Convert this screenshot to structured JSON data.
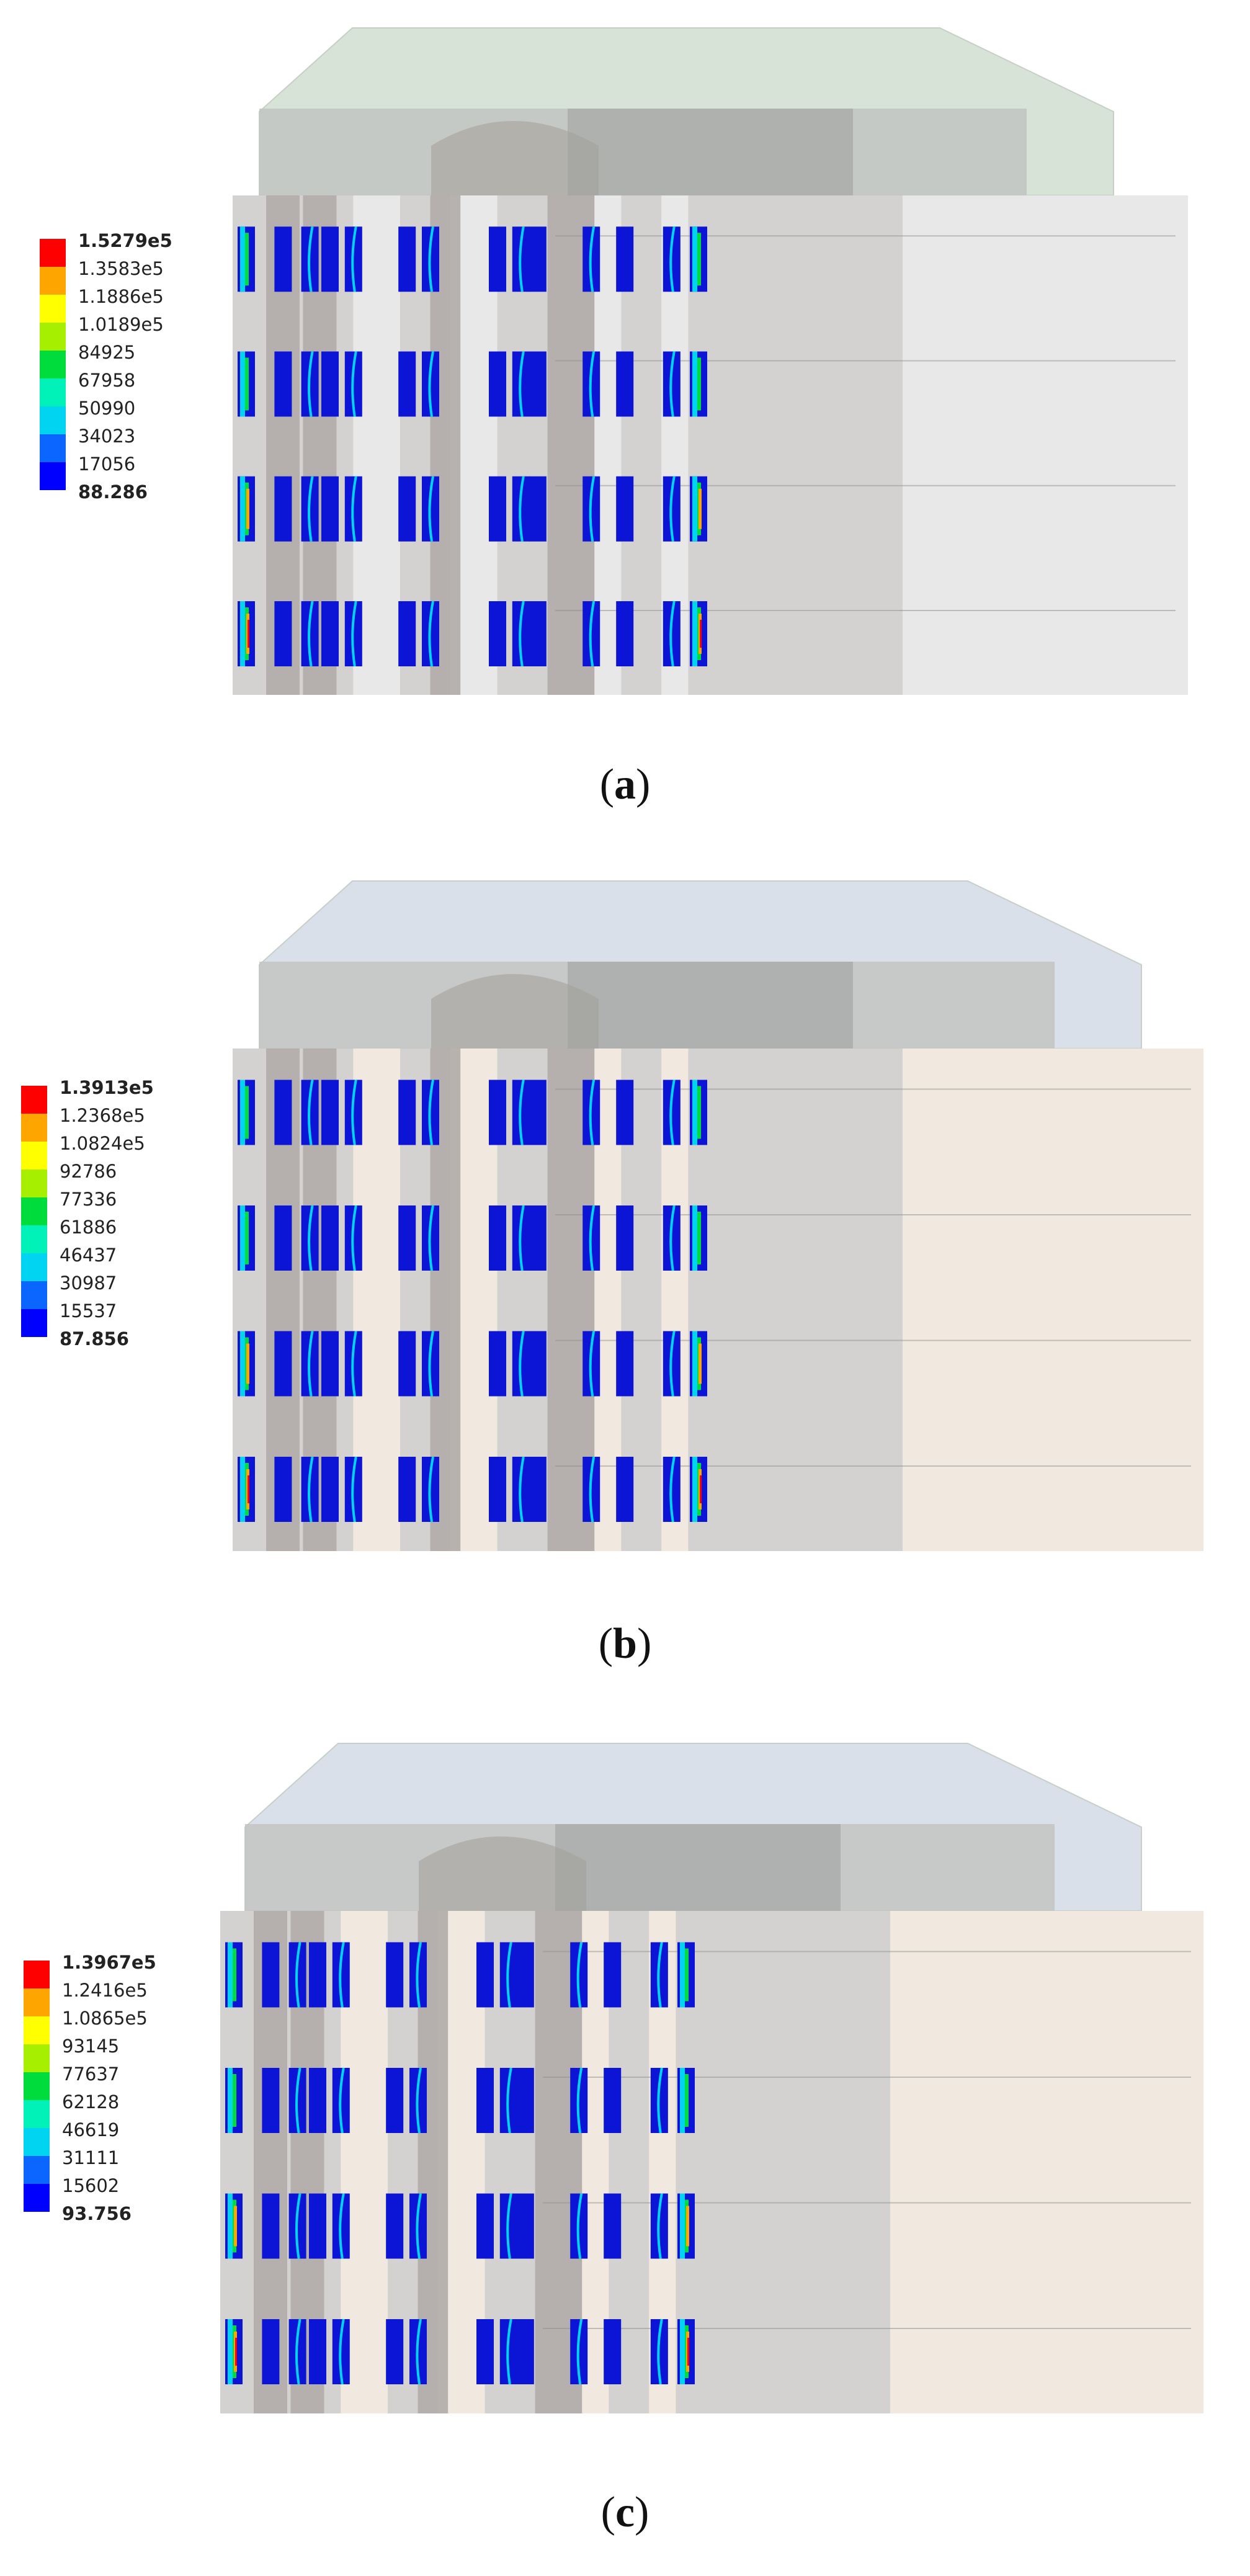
{
  "palette": [
    "#0000ff",
    "#0a66ff",
    "#00d4f0",
    "#00f2b8",
    "#00dc3c",
    "#a6ef00",
    "#ffff00",
    "#ffa500",
    "#ff0000"
  ],
  "panels": [
    {
      "id": "a",
      "caption_letter": "a",
      "wall_color": "#e8e8e8",
      "roof_color": "#d7e3d6",
      "legend": {
        "max": "1.5279e5",
        "labels": [
          "1.5279e5",
          "1.3583e5",
          "1.1886e5",
          "1.0189e5",
          "84925",
          "67958",
          "50990",
          "34023",
          "17056",
          "88.286"
        ]
      }
    },
    {
      "id": "b",
      "caption_letter": "b",
      "wall_color": "#f1e8df",
      "roof_color": "#d9e0ea",
      "legend": {
        "max": "1.3913e5",
        "labels": [
          "1.3913e5",
          "1.2368e5",
          "1.0824e5",
          "92786",
          "77336",
          "61886",
          "46437",
          "30987",
          "15537",
          "87.856"
        ]
      }
    },
    {
      "id": "c",
      "caption_letter": "c",
      "wall_color": "#f1e8df",
      "roof_color": "#d9e0ea",
      "legend": {
        "max": "1.3967e5",
        "labels": [
          "1.3967e5",
          "1.2416e5",
          "1.0865e5",
          "93145",
          "77637",
          "62128",
          "46619",
          "31111",
          "15602",
          "93.756"
        ]
      }
    }
  ]
}
